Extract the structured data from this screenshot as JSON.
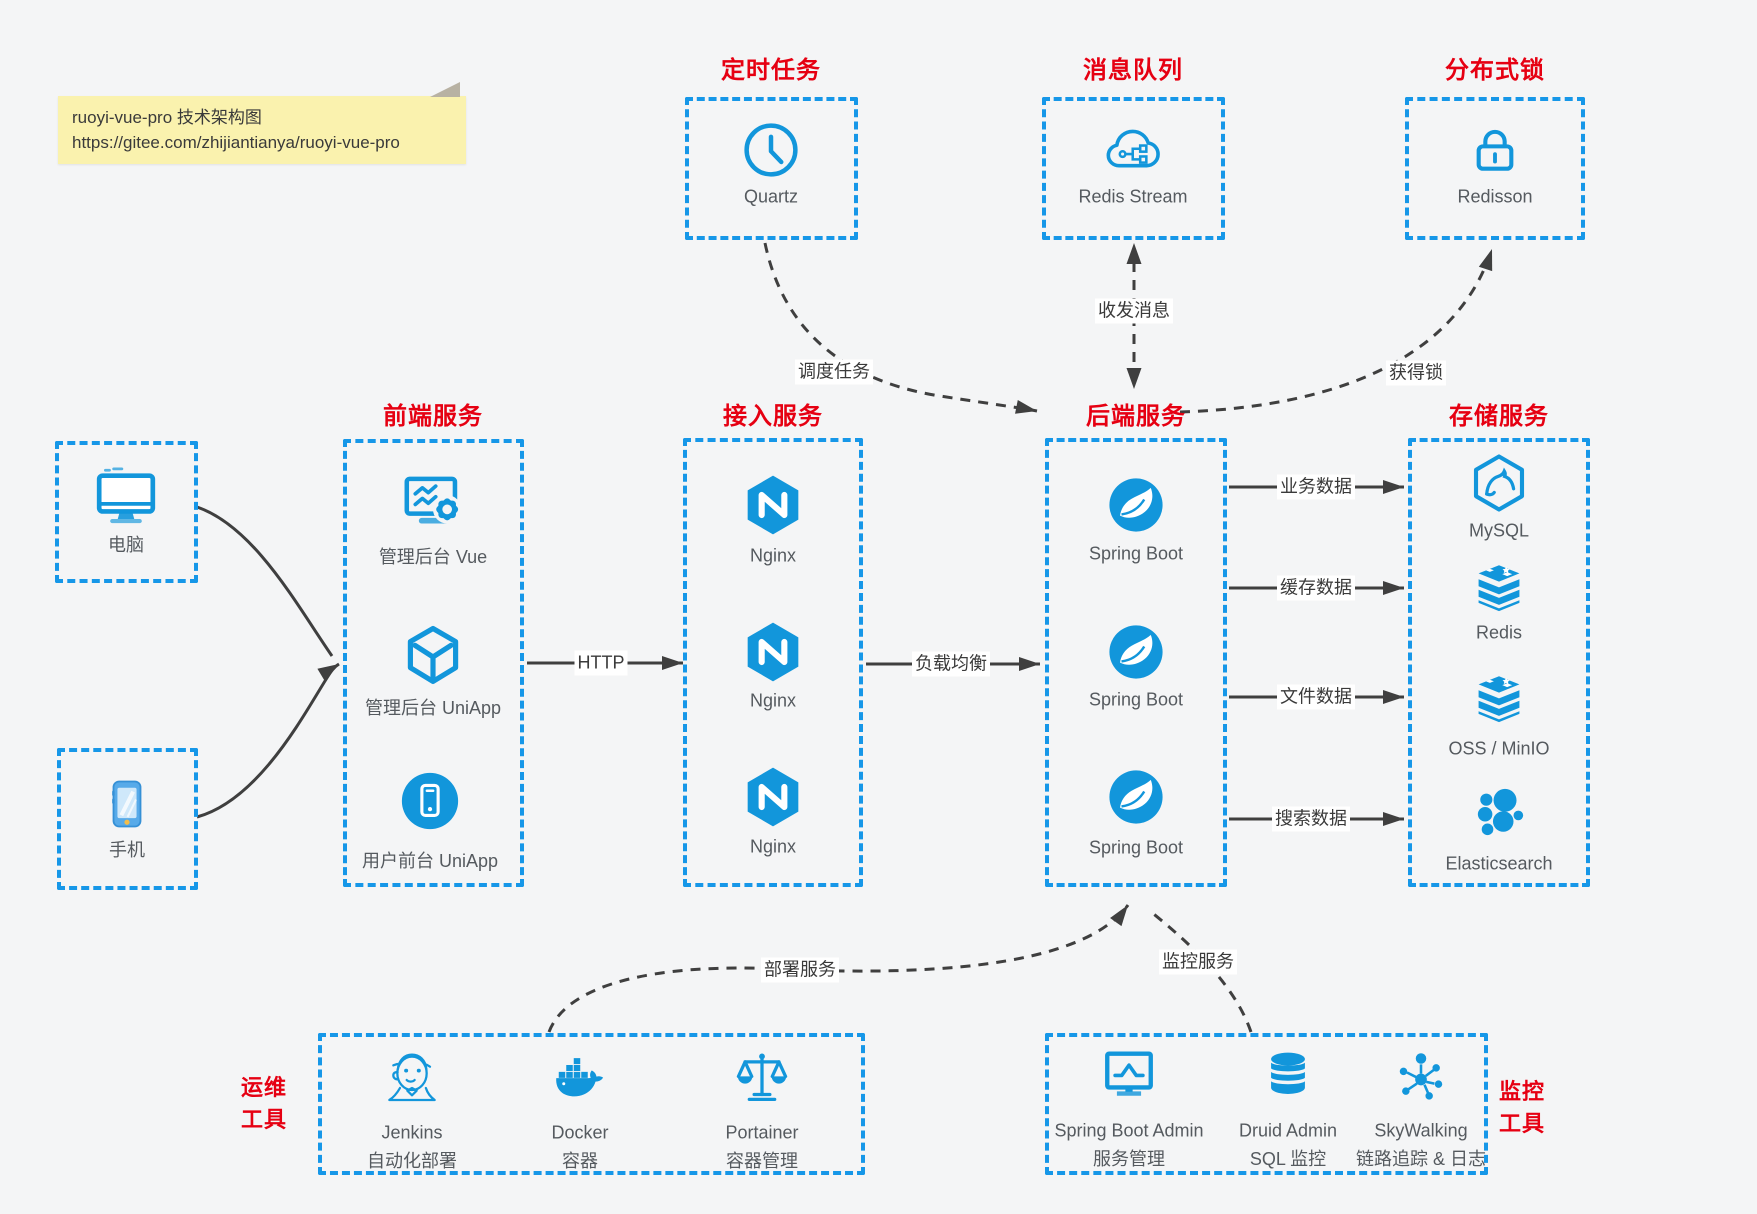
{
  "note": {
    "line1": "ruoyi-vue-pro 技术架构图",
    "line2": "https://gitee.com/zhijiantianya/ruoyi-vue-pro"
  },
  "colors": {
    "canvas_bg": "#f4f5f6",
    "box_border_blue": "#1697e8",
    "icon_blue": "#1296db",
    "title_red": "#e60012",
    "arrow_dark": "#3f3f3f",
    "label_gray": "#555a5f",
    "note_bg": "#faf2ae"
  },
  "groups": {
    "scheduler": {
      "title": "定时任务",
      "items": [
        {
          "label": "Quartz",
          "icon": "clock-icon"
        }
      ]
    },
    "mq": {
      "title": "消息队列",
      "items": [
        {
          "label": "Redis Stream",
          "icon": "cloud-circuit-icon"
        }
      ]
    },
    "lock": {
      "title": "分布式锁",
      "items": [
        {
          "label": "Redisson",
          "icon": "padlock-icon"
        }
      ]
    },
    "clients": {
      "items": [
        {
          "label": "电脑",
          "icon": "desktop-icon"
        },
        {
          "label": "手机",
          "icon": "smartphone-icon"
        }
      ]
    },
    "frontend": {
      "title": "前端服务",
      "items": [
        {
          "label": "管理后台 Vue",
          "icon": "admin-screen-gear-icon"
        },
        {
          "label": "管理后台 UniApp",
          "icon": "uniapp-box-icon"
        },
        {
          "label": "用户前台 UniApp",
          "icon": "mobile-app-circle-icon"
        }
      ]
    },
    "gateway": {
      "title": "接入服务",
      "items": [
        {
          "label": "Nginx",
          "icon": "nginx-icon"
        },
        {
          "label": "Nginx",
          "icon": "nginx-icon"
        },
        {
          "label": "Nginx",
          "icon": "nginx-icon"
        }
      ]
    },
    "backend": {
      "title": "后端服务",
      "items": [
        {
          "label": "Spring Boot",
          "icon": "spring-icon"
        },
        {
          "label": "Spring Boot",
          "icon": "spring-icon"
        },
        {
          "label": "Spring Boot",
          "icon": "spring-icon"
        }
      ]
    },
    "storage": {
      "title": "存储服务",
      "items": [
        {
          "label": "MySQL",
          "icon": "mysql-icon"
        },
        {
          "label": "Redis",
          "icon": "redis-stack-icon"
        },
        {
          "label": "OSS / MinIO",
          "icon": "storage-stack-icon"
        },
        {
          "label": "Elasticsearch",
          "icon": "elasticsearch-icon"
        }
      ]
    },
    "ops": {
      "title_line1": "运维",
      "title_line2": "工具",
      "items": [
        {
          "name": "Jenkins",
          "desc": "自动化部署",
          "icon": "jenkins-icon"
        },
        {
          "name": "Docker",
          "desc": "容器",
          "icon": "docker-whale-icon"
        },
        {
          "name": "Portainer",
          "desc": "容器管理",
          "icon": "scales-icon"
        }
      ]
    },
    "monitoring": {
      "title_line1": "监控",
      "title_line2": "工具",
      "items": [
        {
          "name": "Spring Boot Admin",
          "desc": "服务管理",
          "icon": "pulse-monitor-icon"
        },
        {
          "name": "Druid Admin",
          "desc": "SQL 监控",
          "icon": "database-icon"
        },
        {
          "name": "SkyWalking",
          "desc": "链路追踪 & 日志",
          "icon": "topology-icon"
        }
      ]
    }
  },
  "edges": {
    "http": "HTTP",
    "load_balance": "负载均衡",
    "schedule": "调度任务",
    "messages": "收发消息",
    "acquire_lock": "获得锁",
    "business_data": "业务数据",
    "cache_data": "缓存数据",
    "file_data": "文件数据",
    "search_data": "搜索数据",
    "deploy": "部署服务",
    "monitor": "监控服务"
  }
}
